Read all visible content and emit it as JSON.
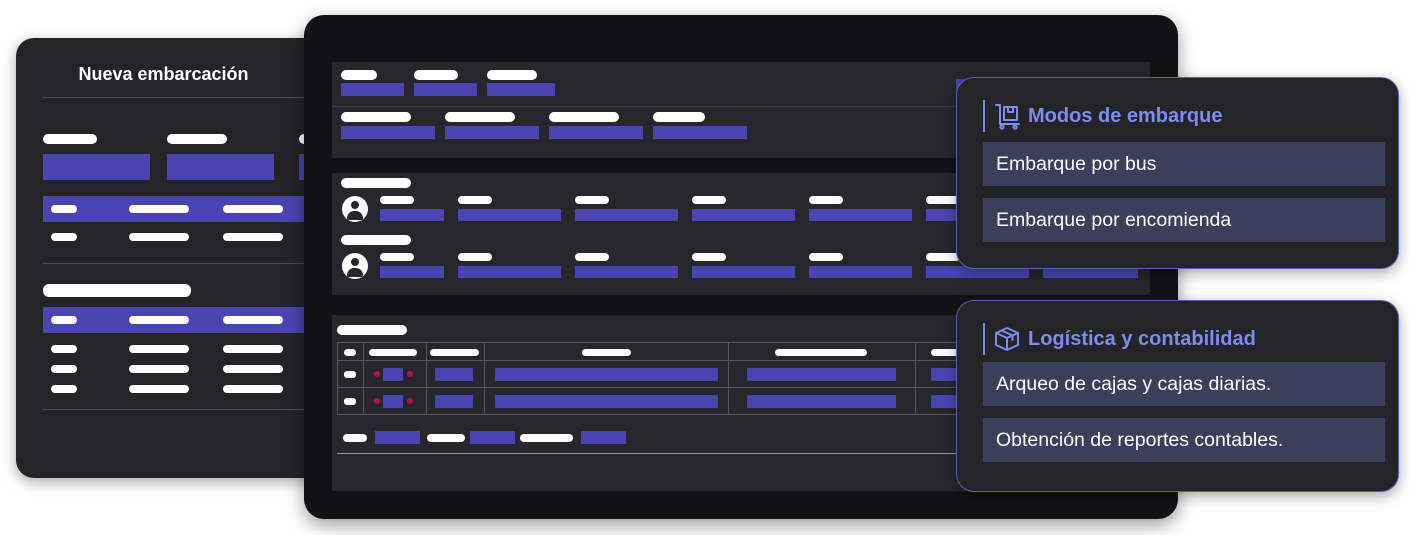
{
  "back_card": {
    "title": "Nueva embarcación"
  },
  "cards": [
    {
      "title": "Modos de embarque",
      "icon": "cart-box-icon",
      "items": [
        "Embarque por bus",
        "Embarque por encomienda"
      ]
    },
    {
      "title": "Logística y contabilidad",
      "icon": "package-icon",
      "items": [
        "Arqueo de cajas y cajas diarias.",
        "Obtención de reportes contables."
      ]
    }
  ],
  "colors": {
    "accent": "#7c8cf0",
    "placeholder_bar": "#4a44b0",
    "highlight_row": "#4a44b0",
    "dot": "#b0104a",
    "card_item_bg": "#3b3f59"
  }
}
